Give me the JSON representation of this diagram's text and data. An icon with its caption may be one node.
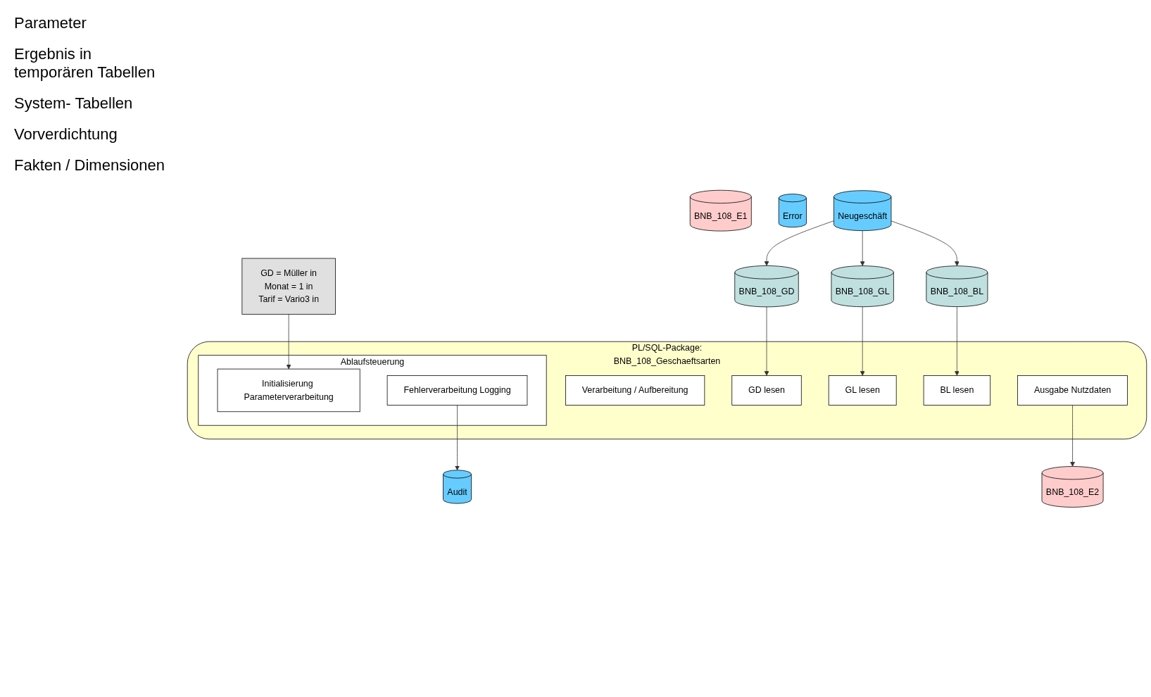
{
  "diagram": {
    "nodes": [
      {
        "text": [
          "GD",
          "=",
          "Müller",
          "in",
          "Monat",
          "=",
          "1",
          "in",
          "Tarif",
          "=",
          "Vario3",
          "in"
        ]
      },
      {
        "text": [
          "PL/SQL-Package:",
          "BNB_108_Geschaeftsarten"
        ]
      },
      {
        "text": [
          "Ablaufsteuerung"
        ],
        "in": 1
      },
      {
        "text": [
          "Initialisierung Parameterverarbeitung"
        ],
        "in": 2
      },
      {
        "text": [
          "Fehlerverarbeitung Logging"
        ],
        "in": 2
      },
      {
        "text": [
          "Ausgabe Nutzdaten"
        ],
        "in": 1
      },
      {
        "text": [
          "Verarbeitung / Aufbereitung"
        ],
        "in": 1
      },
      {
        "text": [
          "GD lesen"
        ],
        "in": 1
      },
      {
        "text": [
          "GL lesen"
        ],
        "in": 1
      },
      {
        "text": [
          "BL lesen"
        ],
        "in": 1
      },
      {
        "text": [
          "BNB_108_E1"
        ]
      },
      {
        "text": [
          "BNB_108_E2"
        ]
      },
      {
        "text": [
          "Audit"
        ]
      },
      {
        "text": [
          "Error"
        ]
      },
      {
        "text": [
          "BNB_108_GD"
        ]
      },
      {
        "text": [
          "BNB_108_GL"
        ]
      },
      {
        "text": [
          "BNB_108_BL"
        ]
      },
      {
        "text": [
          "Neugeschäft"
        ]
      }
    ],
    "edges": [
      {
        "from": 0,
        "to": 3,
        "arrow": "to"
      },
      {
        "from": 5,
        "to": 11,
        "arrow": "to"
      },
      {
        "from": 4,
        "to": 12,
        "arrow": "to"
      },
      {
        "from": 14,
        "to": 7,
        "arrow": "to"
      },
      {
        "from": 15,
        "to": 8,
        "arrow": "to"
      },
      {
        "from": 16,
        "to": 9,
        "arrow": "to"
      },
      {
        "from": 17,
        "to": 14,
        "arrow": "to"
      },
      {
        "from": 17,
        "to": 15,
        "arrow": "to"
      },
      {
        "from": 17,
        "to": 16,
        "arrow": "to"
      }
    ],
    "labels": [
      "Parameter",
      "Ergebnis in temporären Tabellen",
      "System- Tabellen",
      "Vorverdichtung",
      "Fakten / Dimensionen"
    ]
  }
}
